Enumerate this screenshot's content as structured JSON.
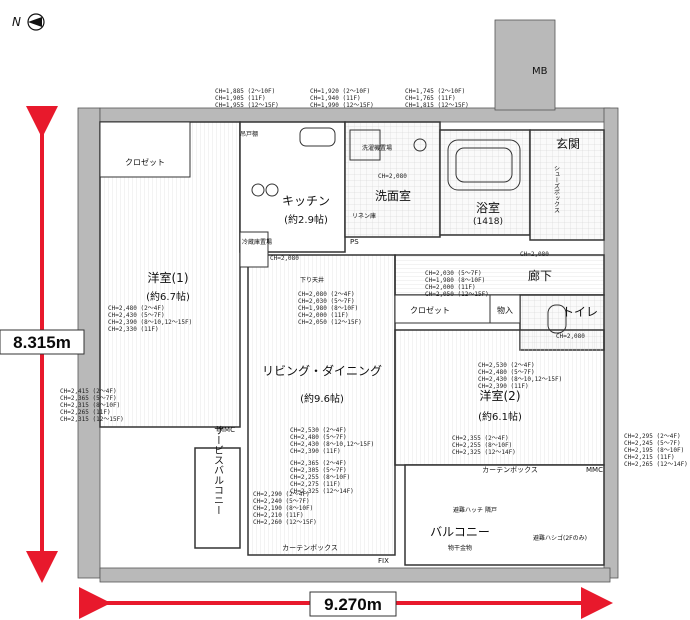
{
  "compass": {
    "label": "N"
  },
  "dimensions": {
    "height": "8.315m",
    "width": "9.270m",
    "arrow_color": "#e8192c"
  },
  "rooms": {
    "western1": {
      "name": "洋室(1)",
      "area": "(約6.7帖)"
    },
    "kitchen": {
      "name": "キッチン",
      "area": "(約2.9帖)"
    },
    "washroom": {
      "name": "洗面室"
    },
    "bath": {
      "name": "浴室",
      "size": "(1418)"
    },
    "entrance": {
      "name": "玄関"
    },
    "corridor": {
      "name": "廊下"
    },
    "toilet": {
      "name": "トイレ"
    },
    "living": {
      "name": "リビング・ダイニング",
      "area": "(約9.6帖)"
    },
    "western2": {
      "name": "洋室(2)",
      "area": "(約6.1帖)"
    },
    "balcony": {
      "name": "バルコニー"
    },
    "service_balcony": {
      "name": "サービスバルコニー"
    }
  },
  "labels": {
    "mb": "MB",
    "closet1": "クロゼット",
    "closet2": "クロゼット",
    "curtain_box1": "カーテンボックス",
    "curtain_box2": "カーテンボックス",
    "mmc1": "MMC",
    "mmc2": "MMC",
    "fix": "FIX",
    "storage": "物入",
    "ps": "PS",
    "laundry": "洗濯機置場",
    "fridge": "冷蔵庫置場",
    "linen": "リネン庫",
    "hanging_cabinet": "吊戸棚",
    "shoe_box": "シューズボックス",
    "evac_hatch1": "避難ハッチ 隣戸",
    "evac_hatch2": "避難ハシゴ(2Fのみ)",
    "outdoor_storage": "物干金物",
    "downturned_ceiling": "下り天井"
  },
  "ceiling_notes": {
    "top_left": [
      "CH=1,885 (2〜10F)",
      "CH=1,905 (11F)",
      "CH=1,955 (12〜15F)"
    ],
    "top_mid": [
      "CH=1,920 (2〜10F)",
      "CH=1,940 (11F)",
      "CH=1,990 (12〜15F)"
    ],
    "top_right": [
      "CH=1,745 (2〜10F)",
      "CH=1,765 (11F)",
      "CH=1,815 (12〜15F)"
    ],
    "west1": [
      "CH=2,480 (2〜4F)",
      "CH=2,430 (5〜7F)",
      "CH=2,390 (8〜10,12〜15F)",
      "CH=2,330 (11F)"
    ],
    "west1_bay": [
      "CH=2,415 (2〜4F)",
      "CH=2,365 (5〜7F)",
      "CH=2,315 (8〜10F)",
      "CH=2,265 (11F)",
      "CH=2,315 (12〜15F)"
    ],
    "living_top": [
      "CH=2,080 (2〜4F)",
      "CH=2,030 (5〜7F)",
      "CH=1,980 (8〜10F)",
      "CH=2,000 (11F)",
      "CH=2,050 (12〜15F)"
    ],
    "living_mid": [
      "CH=2,530 (2〜4F)",
      "CH=2,480 (5〜7F)",
      "CH=2,430 (8〜10,12〜15F)",
      "CH=2,390 (11F)"
    ],
    "living_low": [
      "CH=2,365 (2〜4F)",
      "CH=2,305 (5〜7F)",
      "CH=2,255 (8〜10F)",
      "CH=2,275 (11F)",
      "CH=2,325 (12〜14F)"
    ],
    "living_bottom": [
      "CH=2,290 (2〜4F)",
      "CH=2,240 (5〜7F)",
      "CH=2,190 (8〜10F)",
      "CH=2,210 (11F)",
      "CH=2,260 (12〜15F)"
    ],
    "corridor": [
      "CH=2,030 (5〜7F)",
      "CH=1,980 (8〜10F)",
      "CH=2,000 (11F)",
      "CH=2,050 (12〜15F)"
    ],
    "west2": [
      "CH=2,530 (2〜4F)",
      "CH=2,480 (5〜7F)",
      "CH=2,430 (8〜10,12〜15F)",
      "CH=2,390 (11F)"
    ],
    "west2_low": [
      "CH=2,355 (2〜4F)",
      "CH=2,255 (8〜10F)",
      "CH=2,325 (12〜14F)"
    ],
    "right_side": [
      "CH=2,295 (2〜4F)",
      "CH=2,245 (5〜7F)",
      "CH=2,195 (8〜10F)",
      "CH=2,215 (11F)",
      "CH=2,265 (12〜14F)"
    ],
    "single": [
      "CH=2,080",
      "CH=2,080",
      "CH=2,080",
      "CH=2,080"
    ]
  }
}
